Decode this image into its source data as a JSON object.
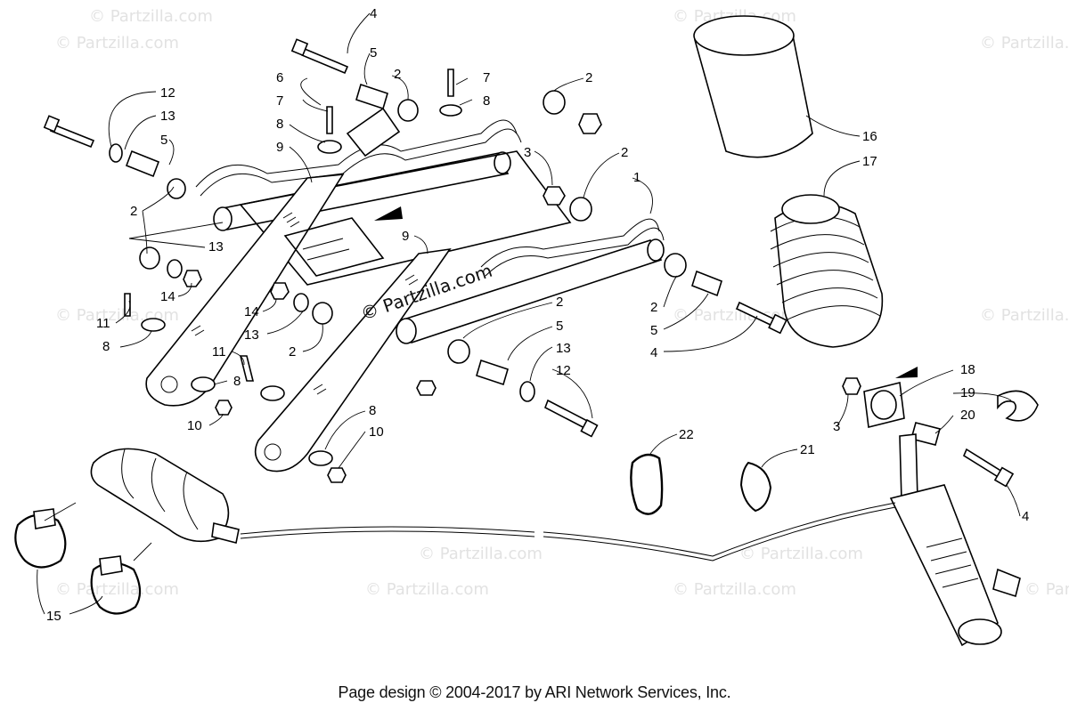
{
  "watermark_text": "© Partzilla.com",
  "center_watermark_text": "© Partzilla.com",
  "footer_text": "Page design © 2004-2017 by ARI Network Services, Inc.",
  "callouts": [
    {
      "id": "c1",
      "label": "1"
    },
    {
      "id": "c2a",
      "label": "2"
    },
    {
      "id": "c2b",
      "label": "2"
    },
    {
      "id": "c2c",
      "label": "2"
    },
    {
      "id": "c2d",
      "label": "2"
    },
    {
      "id": "c2e",
      "label": "2"
    },
    {
      "id": "c2f",
      "label": "2"
    },
    {
      "id": "c2g",
      "label": "2"
    },
    {
      "id": "c3a",
      "label": "3"
    },
    {
      "id": "c3b",
      "label": "3"
    },
    {
      "id": "c4a",
      "label": "4"
    },
    {
      "id": "c4b",
      "label": "4"
    },
    {
      "id": "c4c",
      "label": "4"
    },
    {
      "id": "c5a",
      "label": "5"
    },
    {
      "id": "c5b",
      "label": "5"
    },
    {
      "id": "c5c",
      "label": "5"
    },
    {
      "id": "c5d",
      "label": "5"
    },
    {
      "id": "c6",
      "label": "6"
    },
    {
      "id": "c7a",
      "label": "7"
    },
    {
      "id": "c7b",
      "label": "7"
    },
    {
      "id": "c8a",
      "label": "8"
    },
    {
      "id": "c8b",
      "label": "8"
    },
    {
      "id": "c8c",
      "label": "8"
    },
    {
      "id": "c8d",
      "label": "8"
    },
    {
      "id": "c8e",
      "label": "8"
    },
    {
      "id": "c9a",
      "label": "9"
    },
    {
      "id": "c9b",
      "label": "9"
    },
    {
      "id": "c10a",
      "label": "10"
    },
    {
      "id": "c10b",
      "label": "10"
    },
    {
      "id": "c11a",
      "label": "11"
    },
    {
      "id": "c11b",
      "label": "11"
    },
    {
      "id": "c12a",
      "label": "12"
    },
    {
      "id": "c12b",
      "label": "12"
    },
    {
      "id": "c13a",
      "label": "13"
    },
    {
      "id": "c13b",
      "label": "13"
    },
    {
      "id": "c13c",
      "label": "13"
    },
    {
      "id": "c13d",
      "label": "13"
    },
    {
      "id": "c14a",
      "label": "14"
    },
    {
      "id": "c14b",
      "label": "14"
    },
    {
      "id": "c15",
      "label": "15"
    },
    {
      "id": "c16",
      "label": "16"
    },
    {
      "id": "c17",
      "label": "17"
    },
    {
      "id": "c18",
      "label": "18"
    },
    {
      "id": "c19",
      "label": "19"
    },
    {
      "id": "c20",
      "label": "20"
    },
    {
      "id": "c21",
      "label": "21"
    },
    {
      "id": "c22",
      "label": "22"
    }
  ]
}
